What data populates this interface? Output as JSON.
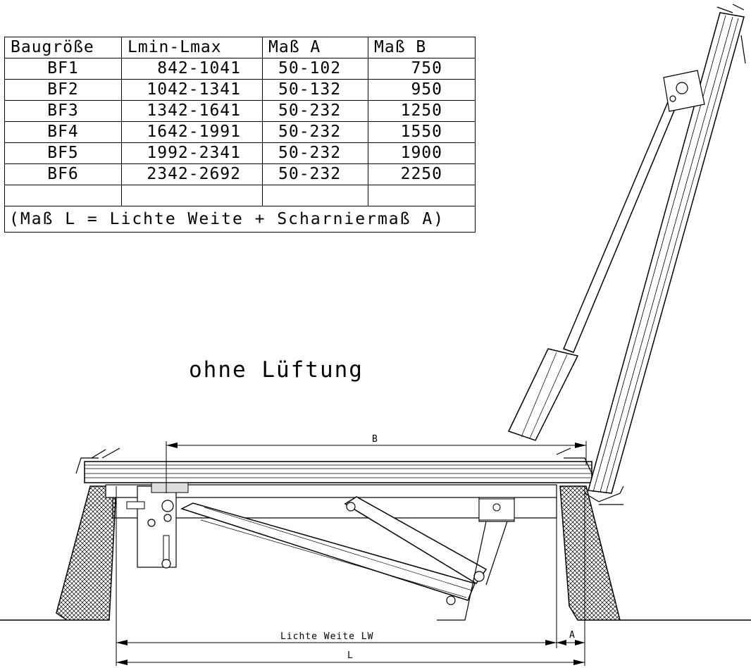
{
  "table": {
    "headers": [
      "Baugröße",
      "Lmin-Lmax",
      "Maß A",
      "Maß B"
    ],
    "rows": [
      [
        "BF1",
        "842-1041",
        "50-102",
        "750"
      ],
      [
        "BF2",
        "1042-1341",
        "50-132",
        "950"
      ],
      [
        "BF3",
        "1342-1641",
        "50-232",
        "1250"
      ],
      [
        "BF4",
        "1642-1991",
        "50-232",
        "1550"
      ],
      [
        "BF5",
        "1992-2341",
        "50-232",
        "1900"
      ],
      [
        "BF6",
        "2342-2692",
        "50-232",
        "2250"
      ]
    ],
    "note": "(Maß L = Lichte Weite + Scharniermaß A)"
  },
  "drawing": {
    "caption": "ohne Lüftung",
    "dim_b": "B",
    "dim_lw": "Lichte Weite LW",
    "dim_a": "A",
    "dim_l": "L"
  }
}
